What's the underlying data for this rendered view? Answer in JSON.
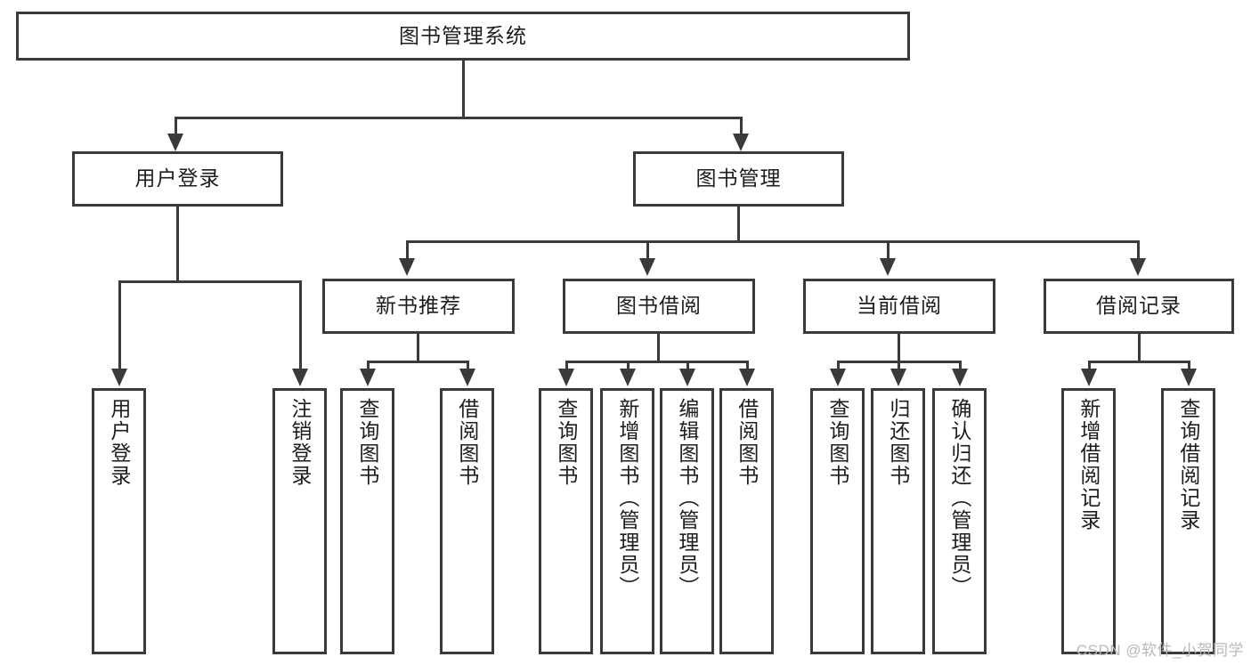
{
  "diagram": {
    "title": "图书管理系统",
    "root": {
      "label": "图书管理系统"
    },
    "level2": [
      {
        "label": "用户登录"
      },
      {
        "label": "图书管理"
      }
    ],
    "level3": [
      {
        "label": "新书推荐"
      },
      {
        "label": "图书借阅"
      },
      {
        "label": "当前借阅"
      },
      {
        "label": "借阅记录"
      }
    ],
    "leaves": {
      "user_login": [
        {
          "label": "用户登录"
        },
        {
          "label": "注销登录"
        }
      ],
      "new_book_recommend": [
        {
          "label": "查询图书"
        },
        {
          "label": "借阅图书"
        }
      ],
      "book_borrow": [
        {
          "label": "查询图书"
        },
        {
          "label": "新增图书（管理员）"
        },
        {
          "label": "编辑图书（管理员）"
        },
        {
          "label": "借阅图书"
        }
      ],
      "current_borrow": [
        {
          "label": "查询图书"
        },
        {
          "label": "归还图书"
        },
        {
          "label": "确认归还（管理员）"
        }
      ],
      "borrow_record": [
        {
          "label": "新增借阅记录"
        },
        {
          "label": "查询借阅记录"
        }
      ]
    }
  },
  "watermark": {
    "text": "CSDN @软件_小贺同学"
  },
  "colors": {
    "border": "#3a3a3a",
    "text": "#1d1d1d",
    "background": "#ffffff",
    "watermark": "#b9b9b9"
  }
}
